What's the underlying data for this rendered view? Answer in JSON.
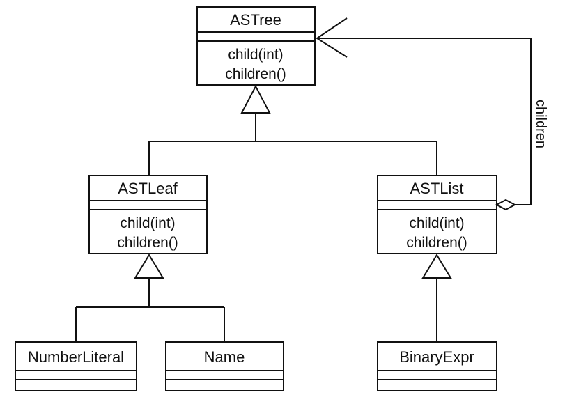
{
  "classes": {
    "astree": {
      "name": "ASTree",
      "methods": [
        "child(int)",
        "children()"
      ]
    },
    "astleaf": {
      "name": "ASTLeaf",
      "methods": [
        "child(int)",
        "children()"
      ]
    },
    "astlist": {
      "name": "ASTList",
      "methods": [
        "child(int)",
        "children()"
      ]
    },
    "numberliteral": {
      "name": "NumberLiteral",
      "methods": []
    },
    "name": {
      "name": "Name",
      "methods": []
    },
    "binaryexpr": {
      "name": "BinaryExpr",
      "methods": []
    }
  },
  "association": {
    "label": "children"
  }
}
